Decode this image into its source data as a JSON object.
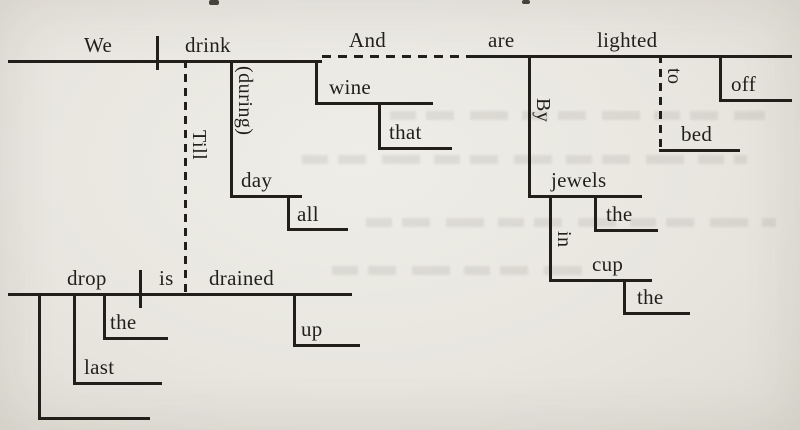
{
  "canvas": {
    "paper_color": "#e8e6df",
    "ink_color": "#221f1a"
  },
  "diagram": {
    "clause1": {
      "subject": "We",
      "verb": "drink"
    },
    "conjunction_and": "And",
    "clause2": {
      "aux": "are",
      "verb": "lighted"
    },
    "object_wine": {
      "noun": "wine",
      "modifier": "that"
    },
    "prep_during": {
      "preposition": "(during)",
      "noun": "day",
      "modifier": "all"
    },
    "conjunction_till": "Till",
    "prep_by": {
      "preposition": "By",
      "noun": "jewels",
      "modifier": "the"
    },
    "prep_in": {
      "preposition": "in",
      "noun": "cup",
      "modifier": "the"
    },
    "prep_to": {
      "preposition": "to",
      "noun": "bed"
    },
    "adverb_off": "off",
    "clause3": {
      "subject": "drop",
      "aux": "is",
      "verb": "drained",
      "modifier1": "the",
      "modifier2": "last",
      "adverb": "up"
    }
  }
}
